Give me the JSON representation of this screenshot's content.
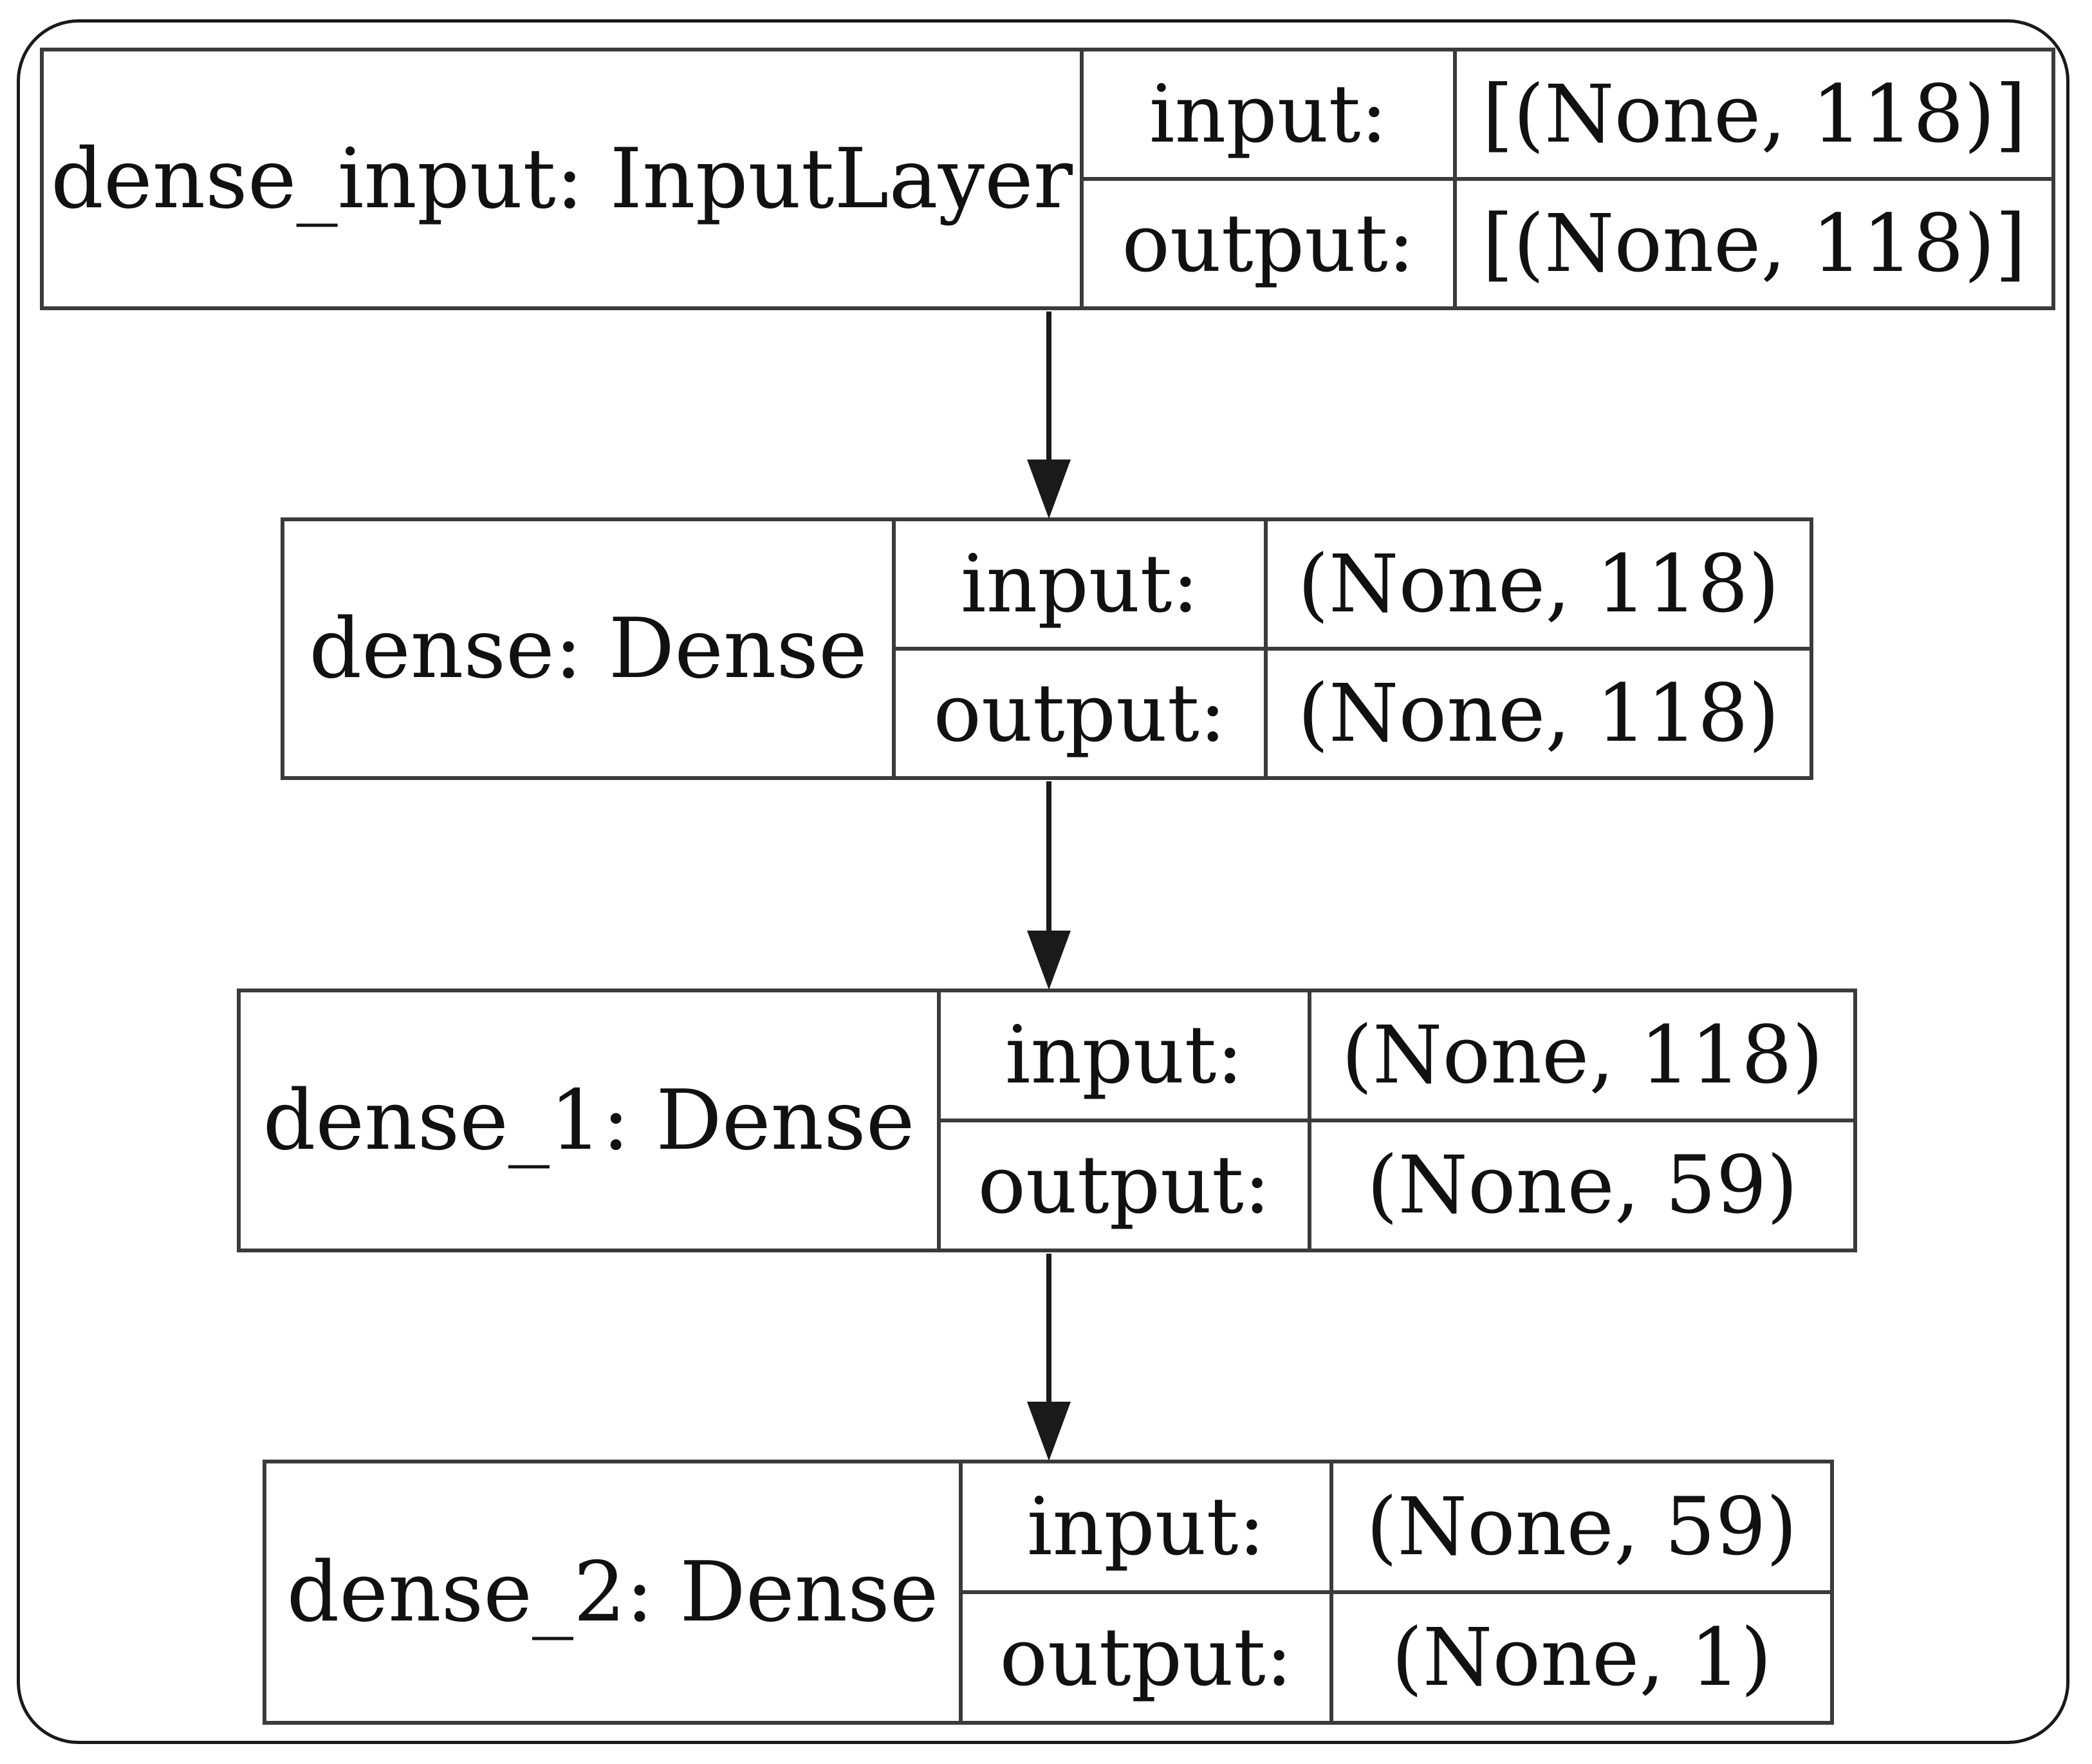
{
  "layers": [
    {
      "name": "dense_input: InputLayer",
      "input_label": "input:",
      "input_value": "[(None, 118)]",
      "output_label": "output:",
      "output_value": "[(None, 118)]"
    },
    {
      "name": "dense: Dense",
      "input_label": "input:",
      "input_value": "(None, 118)",
      "output_label": "output:",
      "output_value": "(None, 118)"
    },
    {
      "name": "dense_1: Dense",
      "input_label": "input:",
      "input_value": "(None, 118)",
      "output_label": "output:",
      "output_value": "(None, 59)"
    },
    {
      "name": "dense_2: Dense",
      "input_label": "input:",
      "input_value": "(None, 59)",
      "output_label": "output:",
      "output_value": "(None, 1)"
    }
  ],
  "edges": [
    {
      "from": 0,
      "to": 1
    },
    {
      "from": 1,
      "to": 2
    },
    {
      "from": 2,
      "to": 3
    }
  ],
  "colors": {
    "border": "#3b3b3b",
    "arrow": "#1a1a1a",
    "frame": "#1a1a1a"
  }
}
